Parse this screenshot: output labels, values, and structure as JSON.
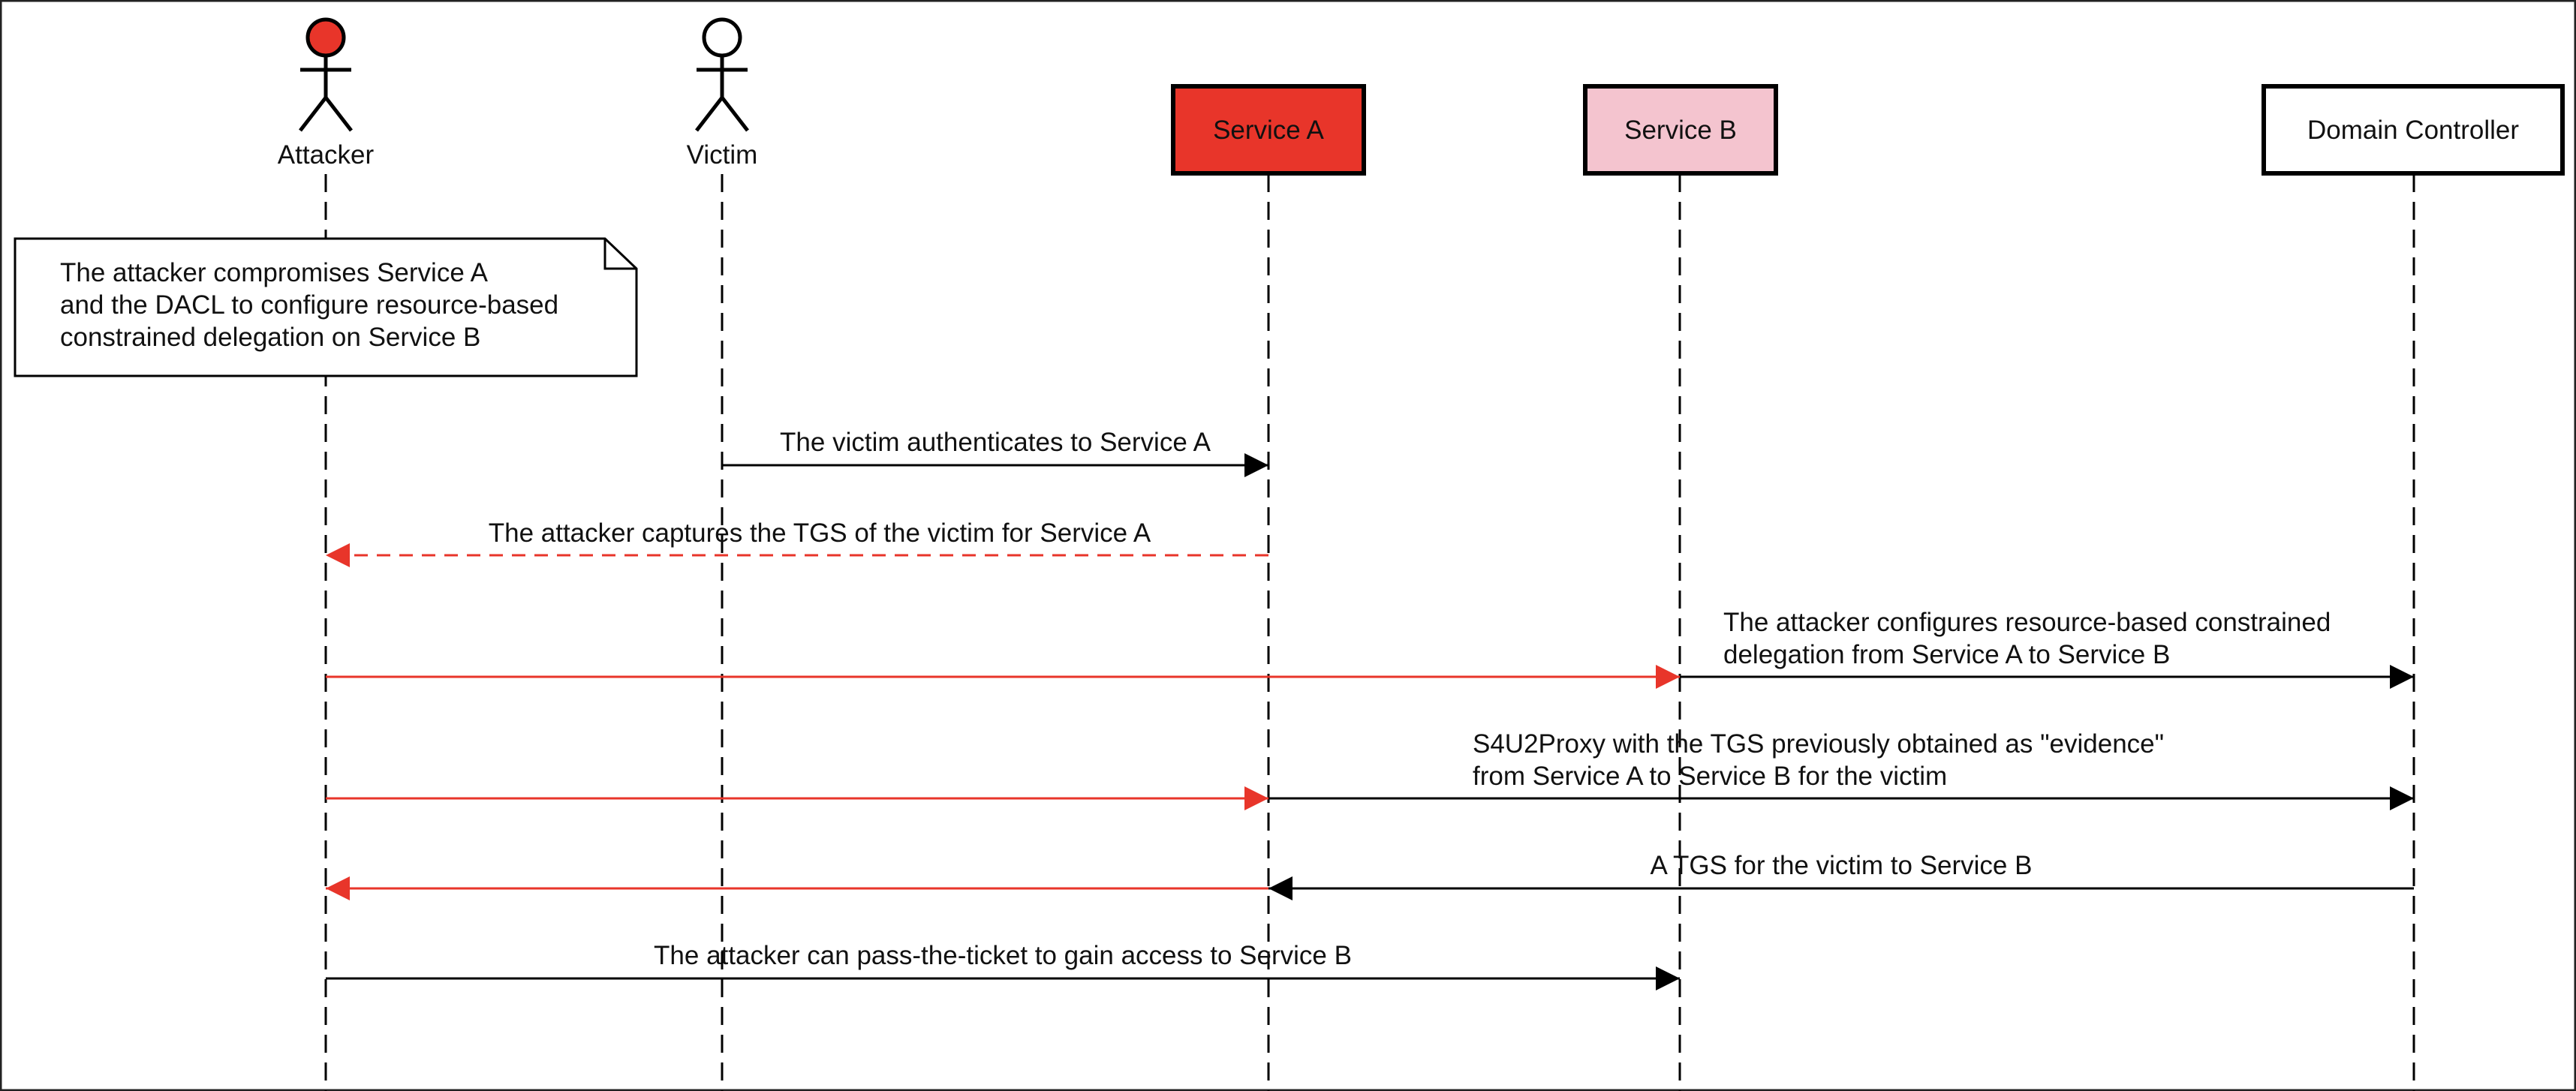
{
  "colors": {
    "red": "#e8352a",
    "pink": "#f4c4cf",
    "black": "#000000",
    "white": "#ffffff"
  },
  "participants": [
    {
      "id": "attacker",
      "label": "Attacker",
      "kind": "actor",
      "fill": "#e8352a"
    },
    {
      "id": "victim",
      "label": "Victim",
      "kind": "actor",
      "fill": "#ffffff"
    },
    {
      "id": "service_a",
      "label": "Service A",
      "kind": "box",
      "fill": "#e8352a"
    },
    {
      "id": "service_b",
      "label": "Service B",
      "kind": "box",
      "fill": "#f4c4cf"
    },
    {
      "id": "dc",
      "label": "Domain Controller",
      "kind": "box",
      "fill": "#ffffff"
    }
  ],
  "note": {
    "over": "attacker",
    "lines": [
      "The attacker compromises Service A",
      "and the DACL to configure resource-based",
      "constrained delegation on Service B"
    ]
  },
  "messages": [
    {
      "id": "msg_victim_auth",
      "from": "victim",
      "to": "service_a",
      "style": "solid",
      "color": "#000000",
      "lines": [
        "The victim authenticates to Service A"
      ]
    },
    {
      "id": "msg_capture_tgs",
      "from": "service_a",
      "to": "attacker",
      "style": "dashed",
      "color": "#e8352a",
      "lines": [
        "The attacker captures the TGS of the victim for Service A"
      ]
    },
    {
      "id": "msg_configure_rbcd",
      "relay": {
        "first": {
          "from": "attacker",
          "to": "service_b",
          "color": "#e8352a"
        },
        "second": {
          "from": "service_b",
          "to": "dc",
          "color": "#000000"
        }
      },
      "style": "solid",
      "lines": [
        "The attacker configures resource-based constrained",
        "delegation from Service A to Service B"
      ]
    },
    {
      "id": "msg_s4u2proxy",
      "relay": {
        "first": {
          "from": "attacker",
          "to": "service_a",
          "color": "#e8352a"
        },
        "second": {
          "from": "service_a",
          "to": "dc",
          "color": "#000000"
        }
      },
      "style": "solid",
      "lines": [
        "S4U2Proxy with the TGS previously obtained as \"evidence\"",
        "from Service A to Service B for the victim"
      ]
    },
    {
      "id": "msg_tgs_return",
      "relay": {
        "first": {
          "from": "dc",
          "to": "service_a",
          "color": "#000000"
        },
        "second": {
          "from": "service_a",
          "to": "attacker",
          "color": "#e8352a"
        }
      },
      "style": "solid",
      "lines": [
        "A TGS for the victim to Service B"
      ]
    },
    {
      "id": "msg_pass_the_ticket",
      "from": "attacker",
      "to": "service_b",
      "style": "solid",
      "color": "#000000",
      "lines": [
        "The attacker can pass-the-ticket to gain access to Service B"
      ]
    }
  ]
}
